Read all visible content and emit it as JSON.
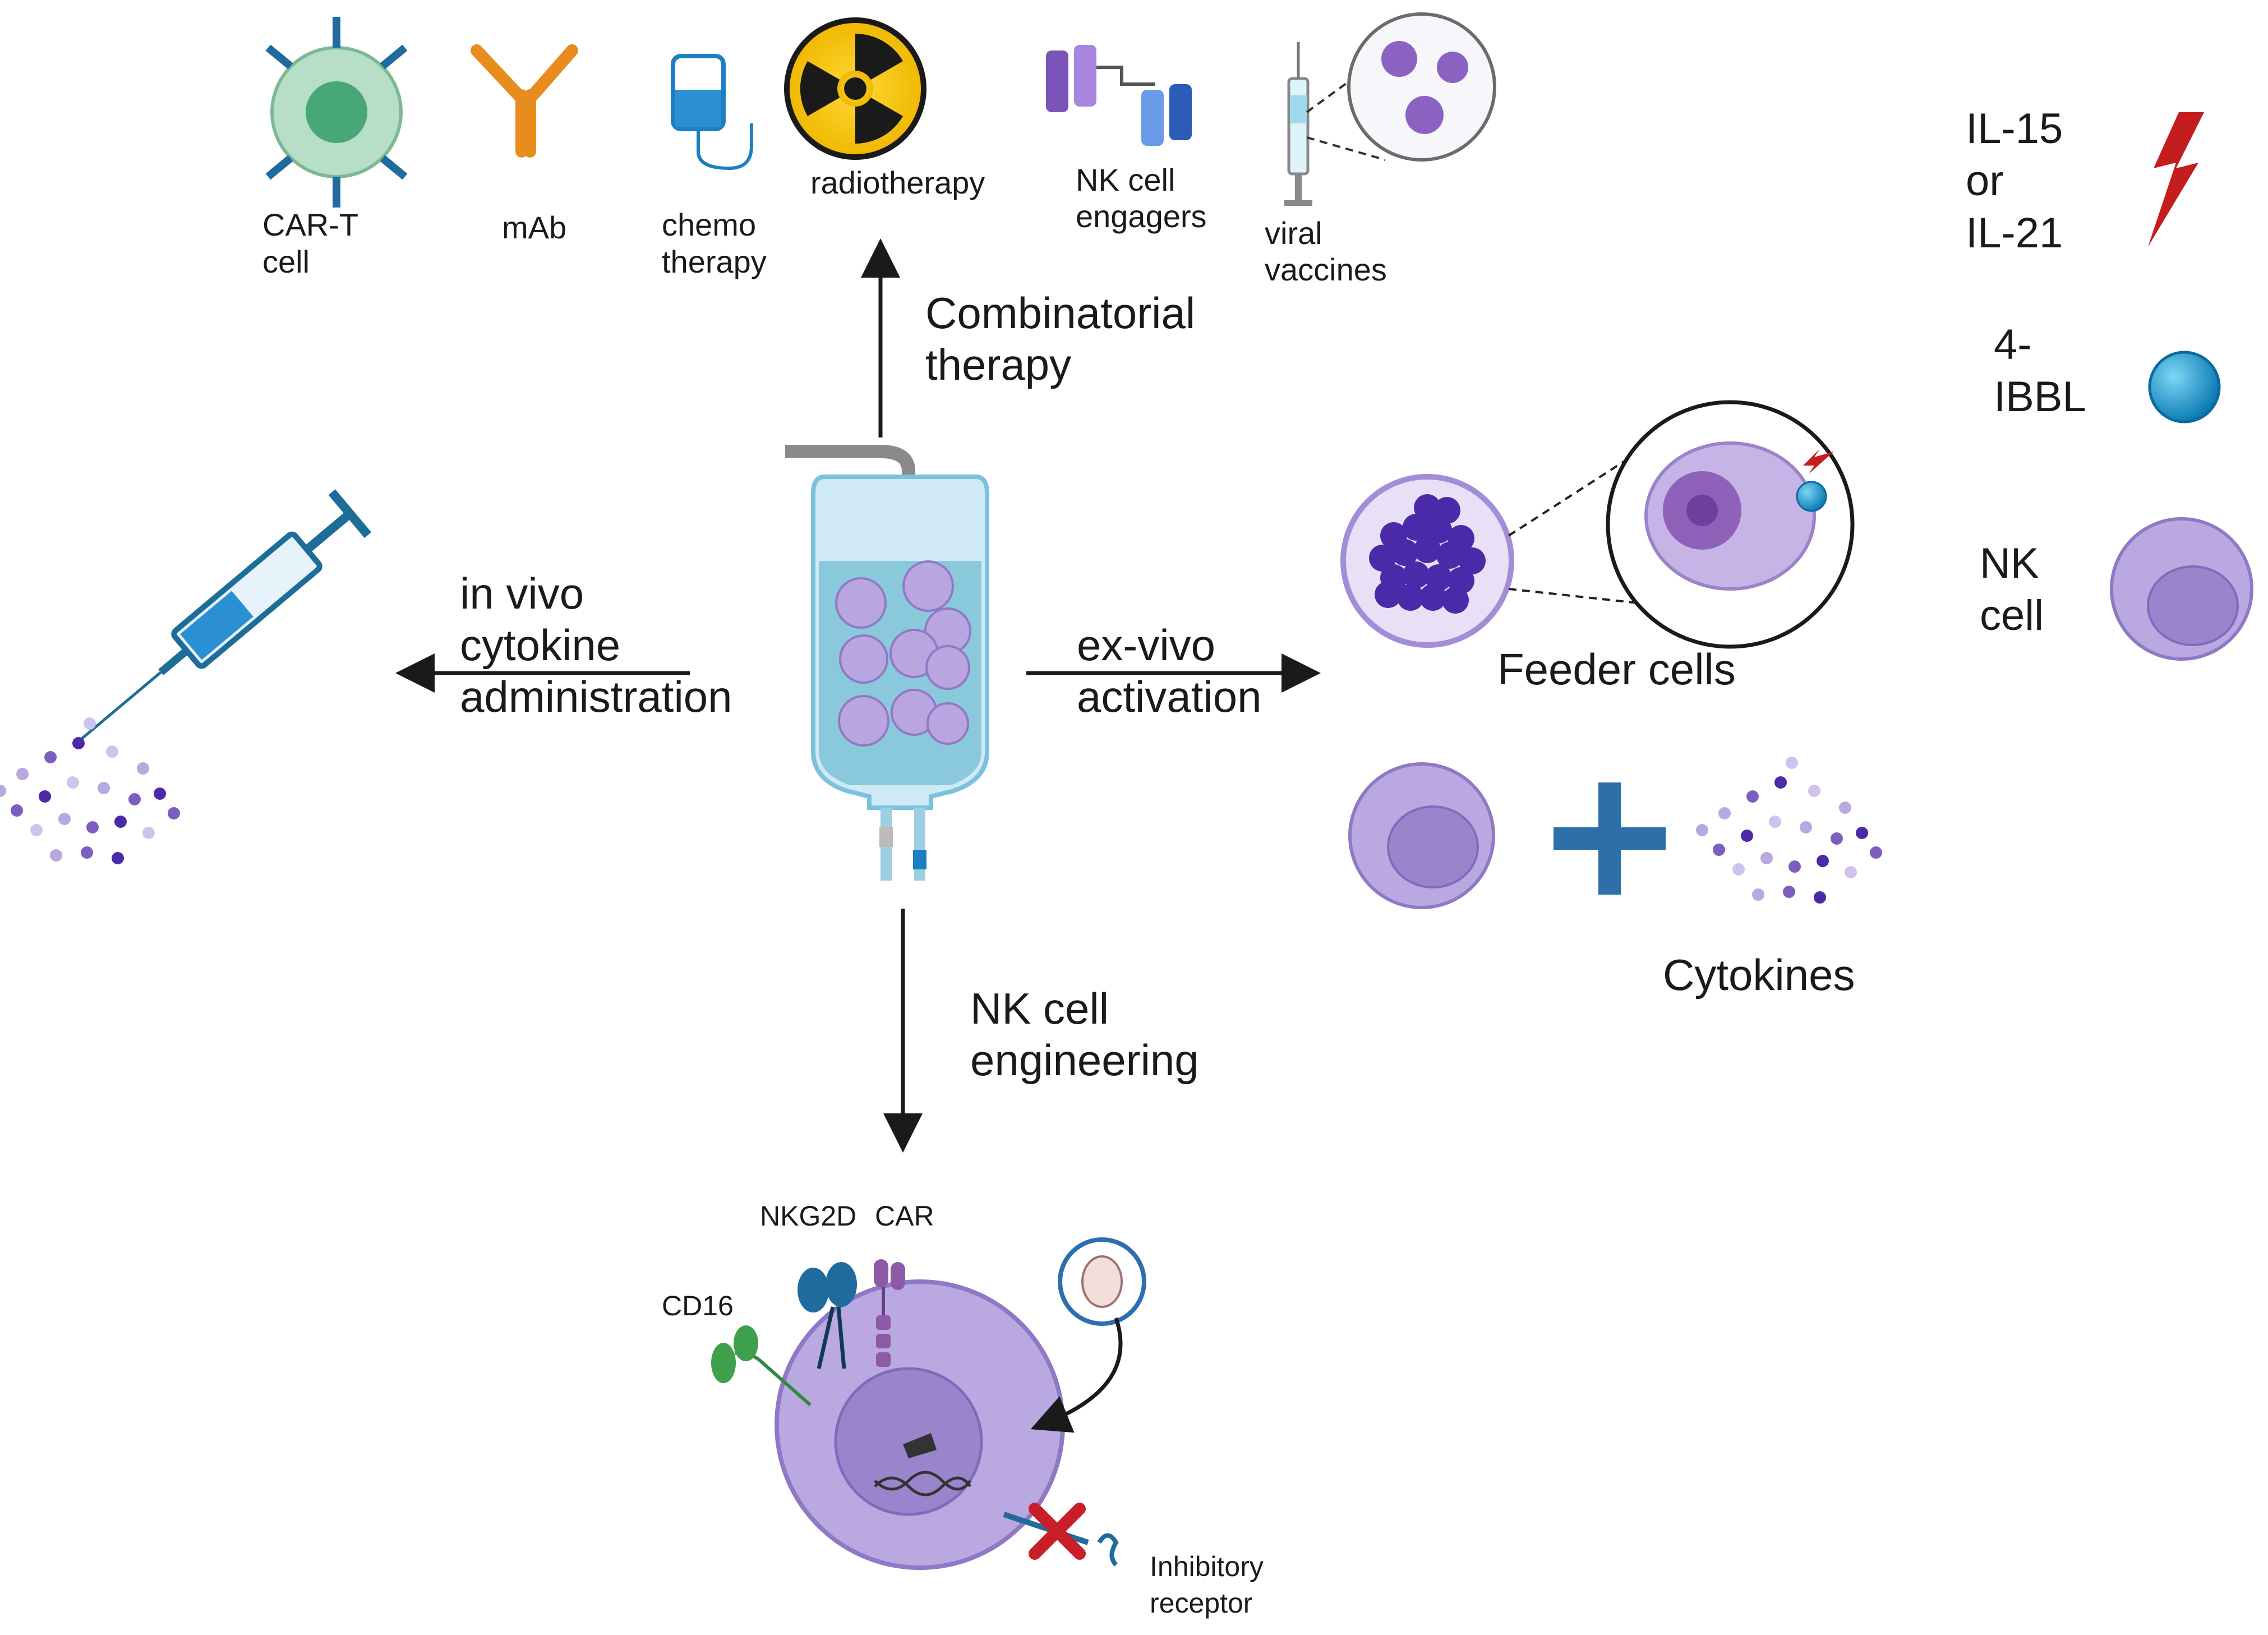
{
  "therapies": [
    {
      "id": "cart",
      "lines": [
        "CAR-T",
        "cell"
      ]
    },
    {
      "id": "mab",
      "lines": [
        "mAb"
      ]
    },
    {
      "id": "chemo",
      "lines": [
        "chemo",
        "therapy"
      ]
    },
    {
      "id": "radio",
      "lines": [
        "radiotherapy"
      ]
    },
    {
      "id": "engagers",
      "lines": [
        "NK cell",
        "engagers"
      ]
    },
    {
      "id": "vaccines",
      "lines": [
        "viral",
        "vaccines"
      ]
    }
  ],
  "arrows": {
    "up": [
      "Combinatorial",
      "therapy"
    ],
    "left": [
      "in vivo",
      "cytokine",
      "administration"
    ],
    "right": [
      "ex-vivo",
      "activation"
    ],
    "down": [
      "NK cell",
      "engineering"
    ]
  },
  "exvivo": {
    "feeder_label": "Feeder cells",
    "cytokines_label": "Cytokines"
  },
  "engineering": {
    "nkg2d": "NKG2D",
    "car": "CAR",
    "cd16": "CD16",
    "inhibitory": [
      "Inhibitory",
      "receptor"
    ]
  },
  "legend": {
    "il": [
      "IL-15",
      "or",
      "IL-21"
    ],
    "ibbl": [
      "4-",
      "IBBL"
    ],
    "nk": [
      "NK",
      "cell"
    ]
  },
  "colors": {
    "nk_cell": "#a89bd6",
    "nk_nucleus": "#8e78c4",
    "feeder": "#4a2aa8",
    "syringe_blue": "#1d7fc2",
    "lightning": "#c41d1d",
    "ibbl_ball": "#0aa0d8",
    "arrow": "#1a1a1a"
  }
}
